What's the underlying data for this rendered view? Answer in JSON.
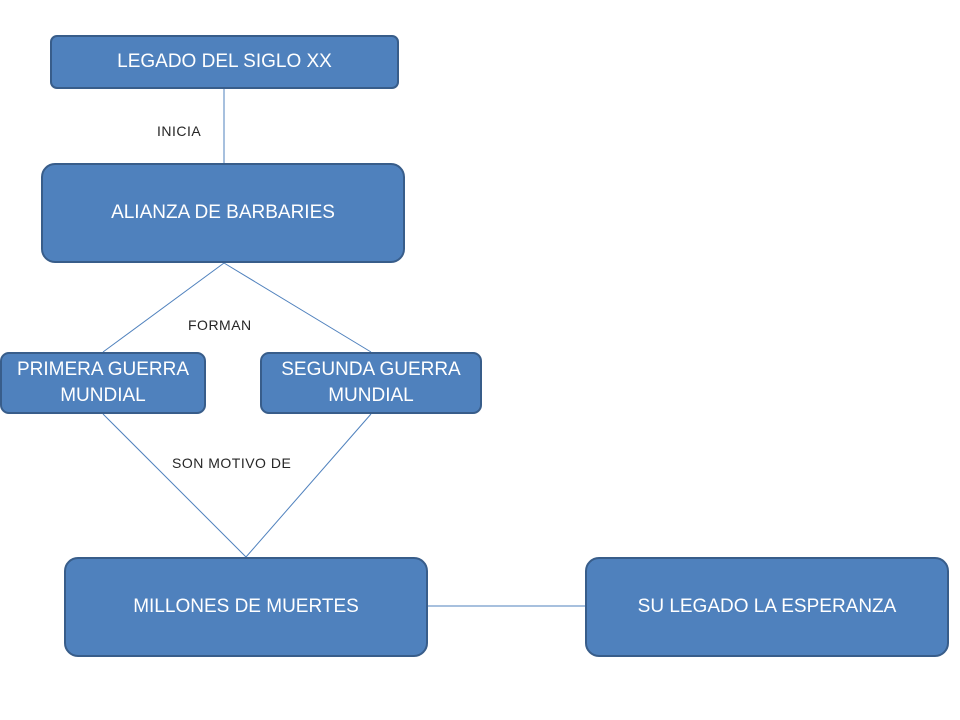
{
  "nodes": {
    "legado": "LEGADO DEL SIGLO XX",
    "alianza": "ALIANZA DE BARBARIES",
    "primera": "PRIMERA GUERRA MUNDIAL",
    "segunda": "SEGUNDA GUERRA MUNDIAL",
    "millones": "MILLONES DE MUERTES",
    "esperanza": "SU LEGADO LA ESPERANZA"
  },
  "edge_labels": {
    "inicia": "INICIA",
    "forman": "FORMAN",
    "son_motivo_de": "SON MOTIVO DE"
  },
  "colors": {
    "node_fill": "#4f81bd",
    "node_border": "#385d8a",
    "connector": "#4f81bd"
  }
}
